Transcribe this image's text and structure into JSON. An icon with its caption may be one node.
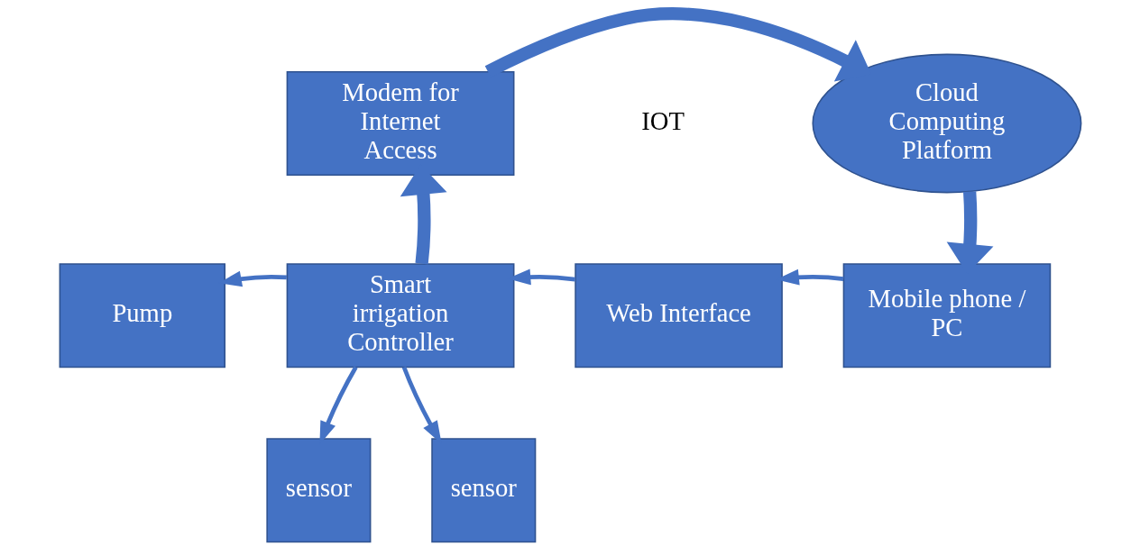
{
  "diagram": {
    "nodes": [
      {
        "text": [
          "Modem for Internet Access"
        ]
      },
      {
        "text": [
          "Cloud Computing Platform"
        ]
      },
      {
        "text": [
          "Pump"
        ]
      },
      {
        "text": [
          "Smart irrigation Controller"
        ]
      },
      {
        "text": [
          "Web Interface"
        ]
      },
      {
        "text": [
          "Mobile phone / PC"
        ]
      },
      {
        "text": [
          "sensor"
        ]
      },
      {
        "text": [
          "sensor"
        ]
      }
    ],
    "edges": [
      {
        "from": 0,
        "to": 1,
        "arrow": "to",
        "style": "thick"
      },
      {
        "from": 1,
        "to": 5,
        "arrow": "to",
        "style": "thick"
      },
      {
        "from": 3,
        "to": 0,
        "arrow": "to",
        "style": "thick"
      },
      {
        "from": 3,
        "to": 2,
        "arrow": "to"
      },
      {
        "from": 4,
        "to": 3,
        "arrow": "to"
      },
      {
        "from": 5,
        "to": 4,
        "arrow": "to"
      },
      {
        "from": 3,
        "to": 6,
        "arrow": "to"
      },
      {
        "from": 3,
        "to": 7,
        "arrow": "to"
      }
    ],
    "labels": [
      "IOT"
    ]
  }
}
